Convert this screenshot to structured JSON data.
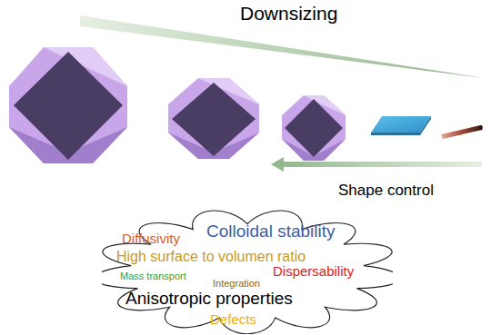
{
  "diagram": {
    "nodes": [
      {
        "text": [
          "Diffusivity",
          "Colloidal stability",
          "High surface to volumen ratio",
          "Mass transport",
          "Integration",
          "Dispersability",
          "Anisotropic properties",
          "Defects"
        ]
      }
    ],
    "labels": [
      "Downsizing",
      "Shape control"
    ]
  }
}
